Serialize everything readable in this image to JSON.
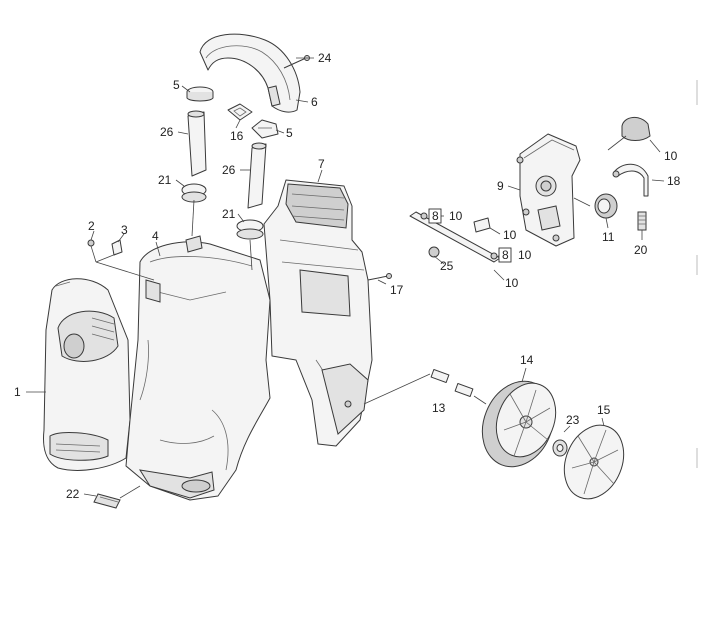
{
  "callouts": {
    "c1": "1",
    "c2": "2",
    "c3": "3",
    "c4": "4",
    "c5a": "5",
    "c5b": "5",
    "c6": "6",
    "c7": "7",
    "c8a": "8",
    "c8b": "8",
    "c9": "9",
    "c10a": "10",
    "c10b": "10",
    "c10c": "10",
    "c10d": "10",
    "c10e": "10",
    "c11": "11",
    "c13": "13",
    "c14": "14",
    "c15": "15",
    "c16": "16",
    "c17": "17",
    "c18": "18",
    "c20": "20",
    "c21a": "21",
    "c21b": "21",
    "c22": "22",
    "c23": "23",
    "c24": "24",
    "c25": "25",
    "c26a": "26",
    "c26b": "26"
  }
}
